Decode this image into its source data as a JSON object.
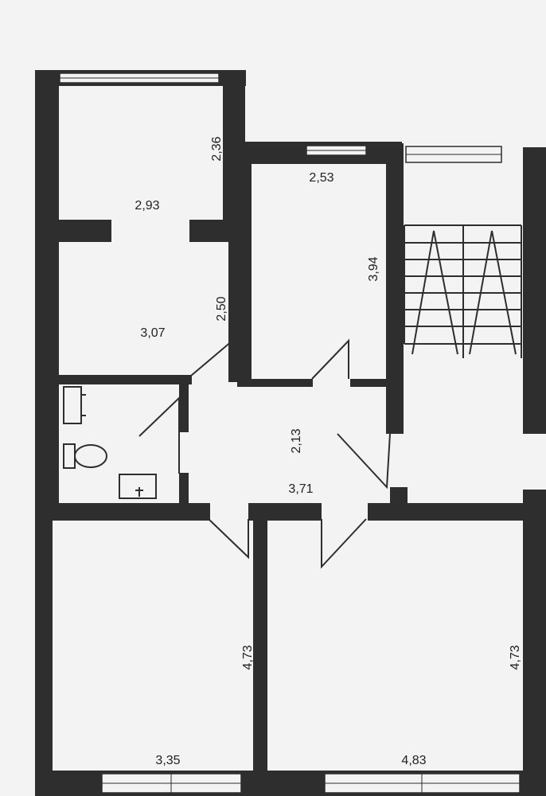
{
  "colors": {
    "wall": "#2e2e2e",
    "background": "#f3f3f3"
  },
  "dimensions": {
    "room1_width": "2,93",
    "room1_side": "2,36",
    "room1_lower_side": "2,50",
    "room1_depth": "3,07",
    "room2_width": "2,53",
    "room2_depth": "3,94",
    "hall_width": "2,13",
    "hall_length": "3,71",
    "room3_depth": "4,73",
    "room3_width": "3,35",
    "room4_width": "4,83",
    "room4_depth": "4,73"
  },
  "fixtures": [
    "bathtub-icon",
    "toilet-icon",
    "sink-icon",
    "stairs-icon"
  ]
}
